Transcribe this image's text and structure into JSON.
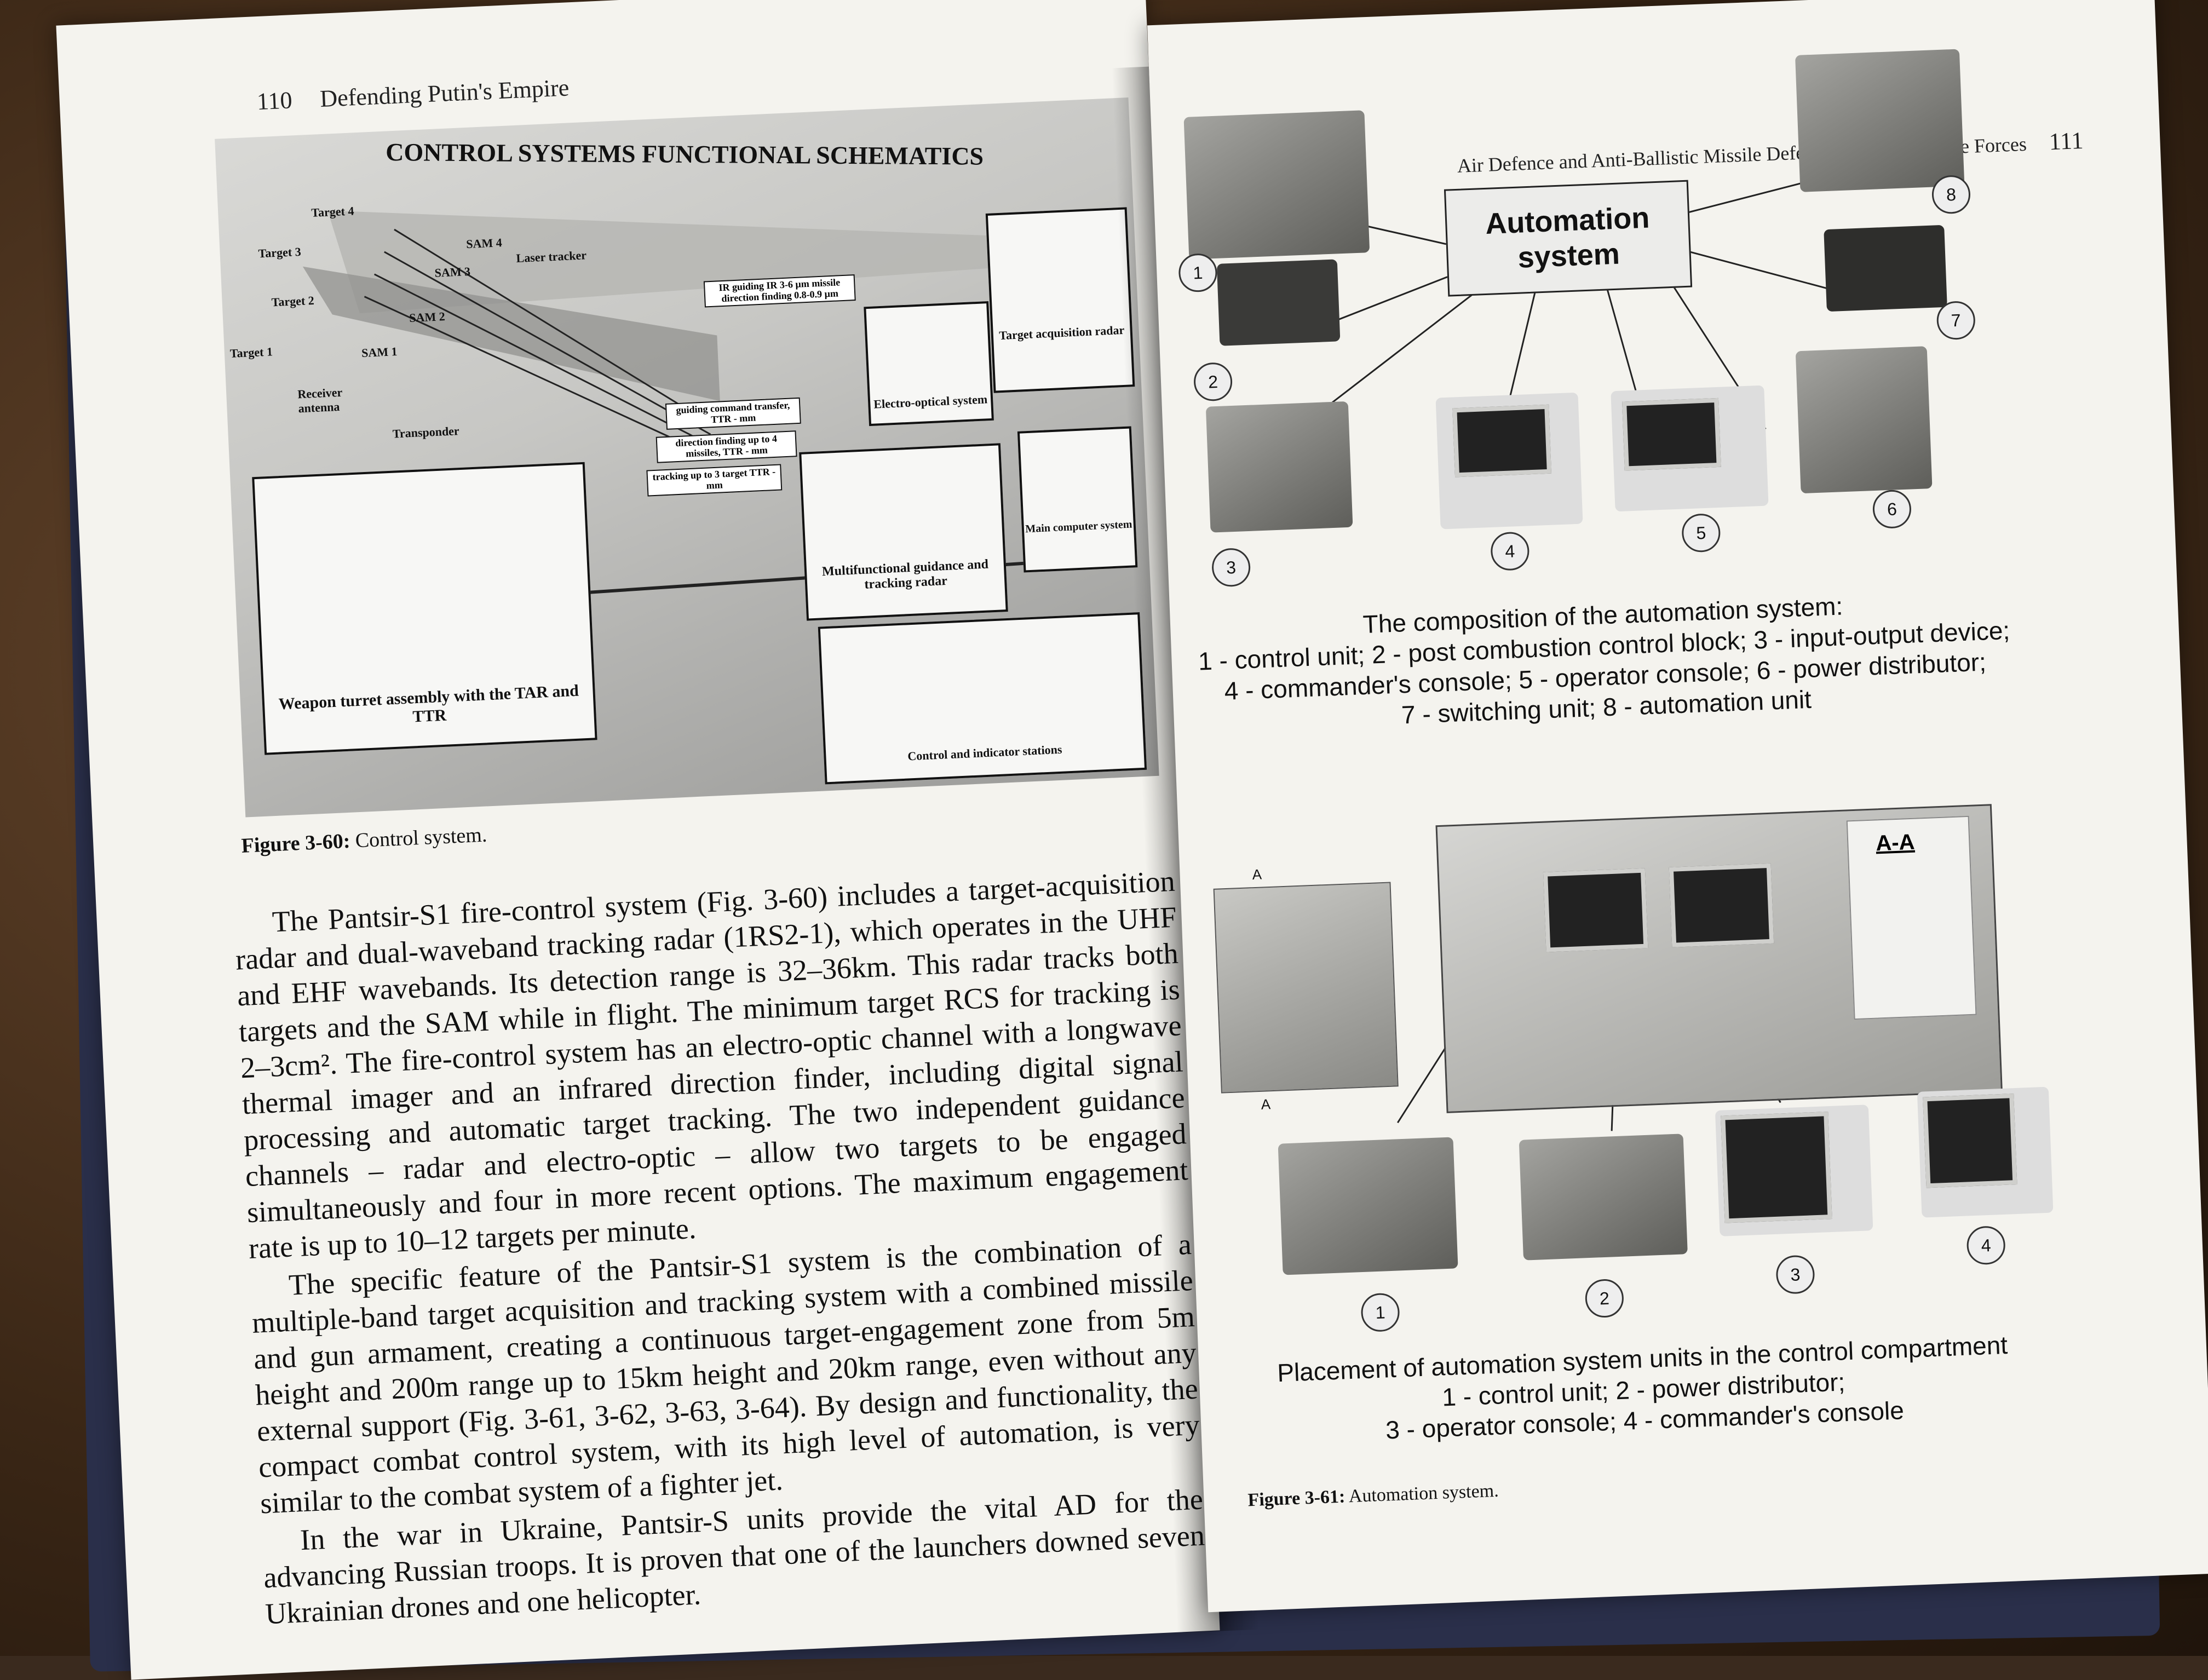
{
  "left_page": {
    "page_number": "110",
    "running_head": "Defending Putin's Empire",
    "schematic": {
      "title": "CONTROL SYSTEMS FUNCTIONAL SCHEMATICS",
      "targets": [
        "Target 4",
        "Target 3",
        "Target 2",
        "Target 1"
      ],
      "sams": [
        "SAM 4",
        "SAM 3",
        "SAM 2",
        "SAM 1"
      ],
      "labels": {
        "laser_tracker": "Laser tracker",
        "receiver_antenna": "Receiver antenna",
        "transponder": "Transponder",
        "ir_guiding": "IR guiding IR 3-6 µm missile direction finding 0.8-0.9 µm",
        "guiding_command": "guiding command transfer, TTR - mm",
        "direction_finding": "direction finding up to 4 missiles, TTR - mm",
        "tracking": "tracking up to 3 target TTR - mm",
        "electro_optical": "Electro-optical system",
        "target_acquisition_radar": "Target acquisition radar",
        "multifunctional": "Multifunctional guidance and tracking radar",
        "main_computer": "Main computer system",
        "weapon_turret": "Weapon turret assembly with the TAR and TTR",
        "control_stations": "Control and indicator stations"
      }
    },
    "figure_caption_label": "Figure 3-60:",
    "figure_caption_text": "Control system.",
    "paragraphs": [
      "The Pantsir-S1 fire-control system (Fig. 3-60) includes a target-acquisition radar and dual-waveband tracking radar (1RS2-1), which operates in the UHF and EHF wavebands. Its detection range is 32–36km. This radar tracks both targets and the SAM while in flight. The minimum target RCS for tracking is 2–3cm². The fire-control system has an electro-optic channel with a longwave thermal imager and an infrared direction finder, including digital signal processing and automatic target tracking. The two independent guidance channels – radar and electro-optic – allow two targets to be engaged simultaneously and four in more recent options. The maximum engagement rate is up to 10–12 targets per minute.",
      "The specific feature of the Pantsir-S1 system is the combination of a multiple-band target acquisition and tracking system with a combined missile and gun armament, creating a continuous target-engagement zone from 5m height and 200m range up to 15km height and 20km range, even without any external support (Fig. 3-61, 3-62, 3-63, 3-64). By design and functionality, the compact combat control system, with its high level of automation, is very similar to the combat system of a fighter jet.",
      "In the war in Ukraine, Pantsir-S units provide the vital AD for the advancing Russian troops. It is proven that one of the launchers downed seven Ukrainian drones and one helicopter."
    ]
  },
  "right_page": {
    "page_number": "111",
    "running_head": "Air Defence and Anti-Ballistic Missile Defence of the Aerospace Forces",
    "automation_box": "Automation system",
    "unit_numbers_top": [
      "1",
      "2",
      "3",
      "4",
      "5",
      "6",
      "7",
      "8"
    ],
    "composition_caption": [
      "The composition of the automation system:",
      "1 - control unit; 2 - post combustion control block; 3 - input-output device;",
      "4 - commander's console; 5 - operator console; 6 - power distributor;",
      "7 - switching unit; 8 - automation unit"
    ],
    "section_label": "A-A",
    "side_markers": [
      "A",
      "A"
    ],
    "unit_numbers_bottom": [
      "1",
      "2",
      "3",
      "4"
    ],
    "placement_caption": [
      "Placement of automation system units in the control compartment",
      "1 - control unit; 2 - power distributor;",
      "3 - operator console; 4 - commander's console"
    ],
    "figure_caption_label": "Figure 3-61:",
    "figure_caption_text": "Automation system."
  }
}
